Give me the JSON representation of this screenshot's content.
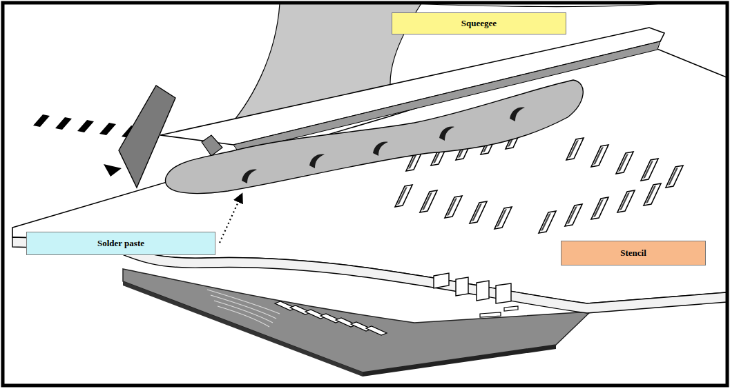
{
  "diagram": {
    "nodes": [
      {
        "text": [
          "Squeegee"
        ]
      },
      {
        "text": [
          "Solder paste"
        ]
      },
      {
        "text": [
          "Stencil"
        ]
      }
    ]
  }
}
